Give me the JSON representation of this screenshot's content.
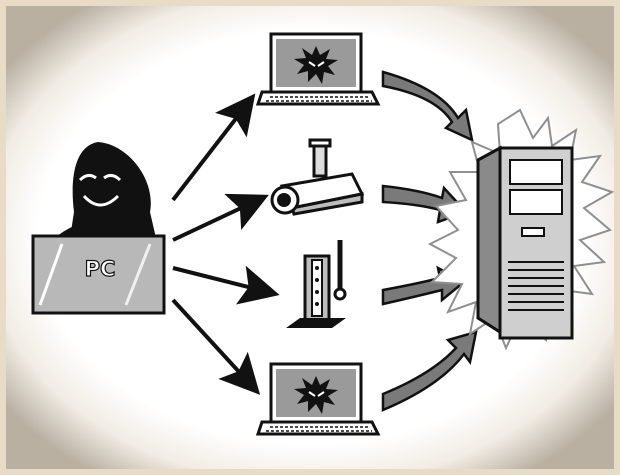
{
  "diagram": {
    "attacker": {
      "label": "PC",
      "icon": "hooded-hacker-icon"
    },
    "botnet_devices": [
      {
        "name": "infected-laptop",
        "icon": "laptop-virus-icon"
      },
      {
        "name": "security-camera",
        "icon": "security-camera-icon"
      },
      {
        "name": "wifi-router",
        "icon": "router-icon"
      },
      {
        "name": "infected-laptop",
        "icon": "laptop-virus-icon"
      }
    ],
    "target": {
      "name": "server",
      "icon": "server-tower-icon"
    }
  },
  "colors": {
    "paper": "#e9dcc7",
    "ink": "#111111",
    "panel": "#ffffff",
    "gray_fill": "#b9b9b9",
    "screen_gray": "#999999"
  }
}
